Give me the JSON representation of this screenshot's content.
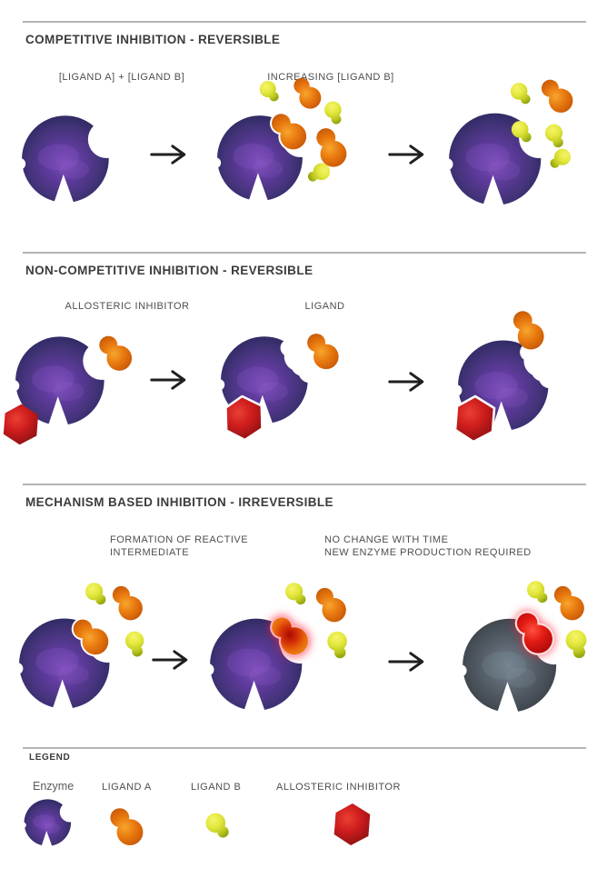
{
  "title": "Enzyme inhibition mechanisms infographic",
  "sections": [
    {
      "title": "COMPETITIVE INHIBITION - REVERSIBLE",
      "label_left": "[LIGAND A] + [LIGAND B]",
      "label_right": "INCREASING [LIGAND B]"
    },
    {
      "title": "NON-COMPETITIVE INHIBITION - REVERSIBLE",
      "label_left": "ALLOSTERIC INHIBITOR",
      "label_right": "LIGAND"
    },
    {
      "title": "MECHANISM BASED INHIBITION - IRREVERSIBLE",
      "label_left": "FORMATION OF REACTIVE\nINTERMEDIATE",
      "label_right": "NO CHANGE WITH TIME\nNEW ENZYME PRODUCTION REQUIRED"
    }
  ],
  "legend": {
    "title": "LEGEND",
    "items": [
      {
        "label": "Enzyme",
        "icon": "enzyme-icon"
      },
      {
        "label": "LIGAND A",
        "icon": "ligand-a-icon"
      },
      {
        "label": "LIGAND B",
        "icon": "ligand-b-icon"
      },
      {
        "label": "ALLOSTERIC INHIBITOR",
        "icon": "allosteric-inhibitor-icon"
      }
    ]
  },
  "colors": {
    "background": "#ffffff",
    "enzyme_purple": "#5d3a9b",
    "enzyme_inactivated_gray": "#555f6a",
    "ligand_a_orange": "#e8790f",
    "ligand_b_yellow": "#e3e83e",
    "allosteric_inhibitor_red": "#cf1d1d",
    "reactive_intermediate_red": "#d42e06",
    "arrow_black": "#1f1f1f",
    "heading_text": "#3c3c3c",
    "label_text": "#4e4e4e",
    "divider_gray": "#b4b4b4"
  }
}
